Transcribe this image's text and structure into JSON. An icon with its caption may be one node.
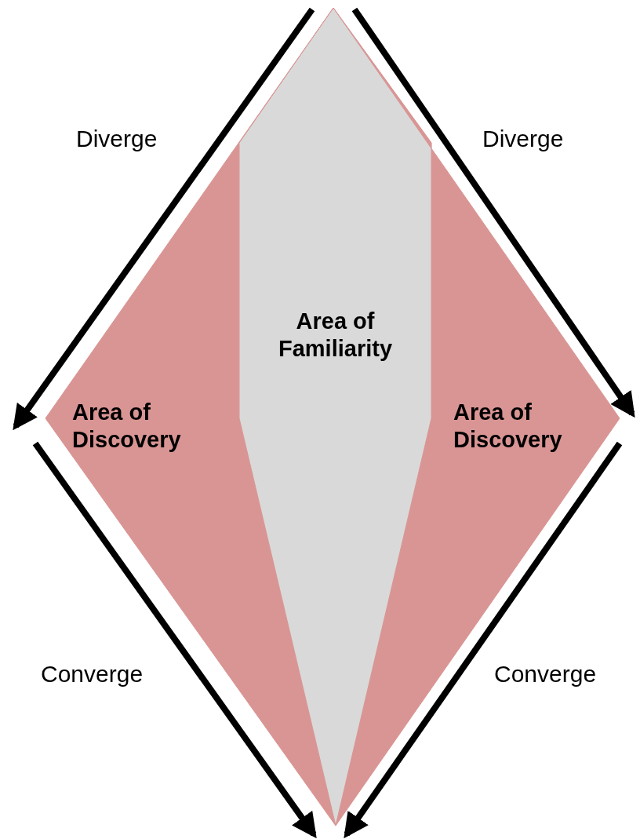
{
  "diagram": {
    "nodes": [
      {
        "text": [
          "Area of Familiarity"
        ]
      },
      {
        "text": [
          "Area of Discovery"
        ]
      },
      {
        "text": [
          "Area of Discovery"
        ]
      }
    ],
    "labels": [
      "Diverge",
      "Diverge",
      "Converge",
      "Converge"
    ]
  }
}
